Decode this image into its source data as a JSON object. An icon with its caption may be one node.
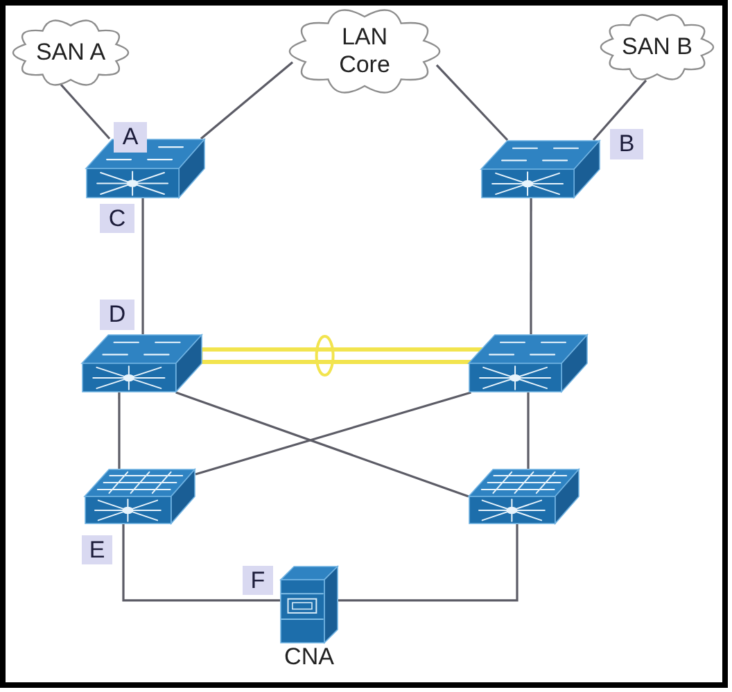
{
  "diagram": {
    "nodes": [
      {
        "text": [
          "SAN A"
        ]
      },
      {
        "text": [
          "LAN Core"
        ]
      },
      {
        "text": [
          "SAN B"
        ]
      },
      {
        "text": [],
        "shape": "picture"
      },
      {
        "text": [],
        "shape": "picture"
      },
      {
        "text": [],
        "shape": "picture"
      },
      {
        "text": [],
        "shape": "picture"
      },
      {
        "text": [],
        "shape": "picture"
      },
      {
        "text": [],
        "shape": "picture"
      },
      {
        "text": [],
        "shape": "picture",
        "beside": [
          "CNA"
        ]
      }
    ],
    "edges": [
      {
        "from": 0,
        "to": 3,
        "arrow": "none"
      },
      {
        "from": 1,
        "to": 3,
        "arrow": "none"
      },
      {
        "from": 1,
        "to": 4,
        "arrow": "none"
      },
      {
        "from": 2,
        "to": 4,
        "arrow": "none"
      },
      {
        "from": 3,
        "to": 5,
        "arrow": "none"
      },
      {
        "from": 4,
        "to": 6,
        "arrow": "none"
      },
      {
        "from": 5,
        "to": 6,
        "arrow": "none",
        "style": "thick",
        "color": "#f2e44e"
      },
      {
        "from": 5,
        "to": 7,
        "arrow": "none"
      },
      {
        "from": 6,
        "to": 8,
        "arrow": "none"
      },
      {
        "from": 5,
        "to": 8,
        "arrow": "none"
      },
      {
        "from": 6,
        "to": 7,
        "arrow": "none"
      },
      {
        "from": 7,
        "to": 9,
        "arrow": "none"
      },
      {
        "from": 8,
        "to": 9,
        "arrow": "none"
      }
    ],
    "labels": [
      "A",
      "B",
      "C",
      "D",
      "E",
      "F"
    ]
  }
}
